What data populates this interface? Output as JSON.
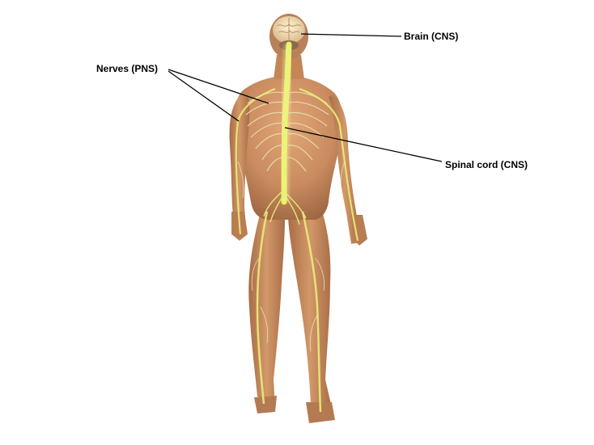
{
  "labels": {
    "brain": "Brain (CNS)",
    "spinal_cord": "Spinal cord (CNS)",
    "nerves": "Nerves (PNS)"
  },
  "colors": {
    "skin": "#c98b5f",
    "skin_shadow": "#9c6541",
    "nerve": "#e9ec7a",
    "spinal_cord": "#e7f05a",
    "brain": "#f3dfb0",
    "leader_line": "#000000"
  }
}
